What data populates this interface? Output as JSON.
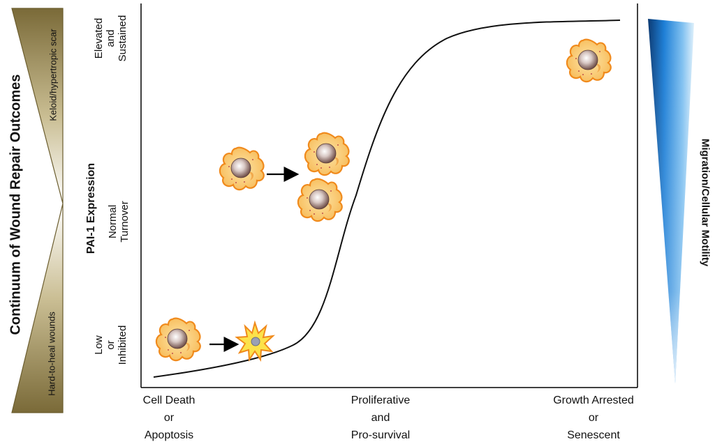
{
  "left_panel": {
    "title": "Continuum of Wound Repair Outcomes",
    "upper_label": "Keloid/hypertropic scar",
    "lower_label": "Hard-to-heal wounds"
  },
  "y_axis": {
    "label": "PAI-1 Expression",
    "ticks": [
      {
        "line1": "Elevated",
        "line2": "and",
        "line3": "Sustained"
      },
      {
        "line1": "Normal",
        "line2": "Turnover",
        "line3": ""
      },
      {
        "line1": "Low",
        "line2": "or",
        "line3": "Inhibited"
      }
    ]
  },
  "x_axis": {
    "ticks": [
      {
        "line1": "Cell Death",
        "line2": "or",
        "line3": "Apoptosis"
      },
      {
        "line1": "Proliferative",
        "line2": "and",
        "line3": "Pro-survival"
      },
      {
        "line1": "Growth Arrested",
        "line2": "or",
        "line3": "Senescent"
      }
    ]
  },
  "right_panel": {
    "title": "Migration/Cellular Motility"
  },
  "colors": {
    "wedge_olive": "#8b7a45",
    "cell_fill": "#f9c96a",
    "cell_outline": "#f08a1c",
    "nucleus": "#9c7f7a",
    "motility_blue": "#1a73c8",
    "curve": "#111111"
  }
}
